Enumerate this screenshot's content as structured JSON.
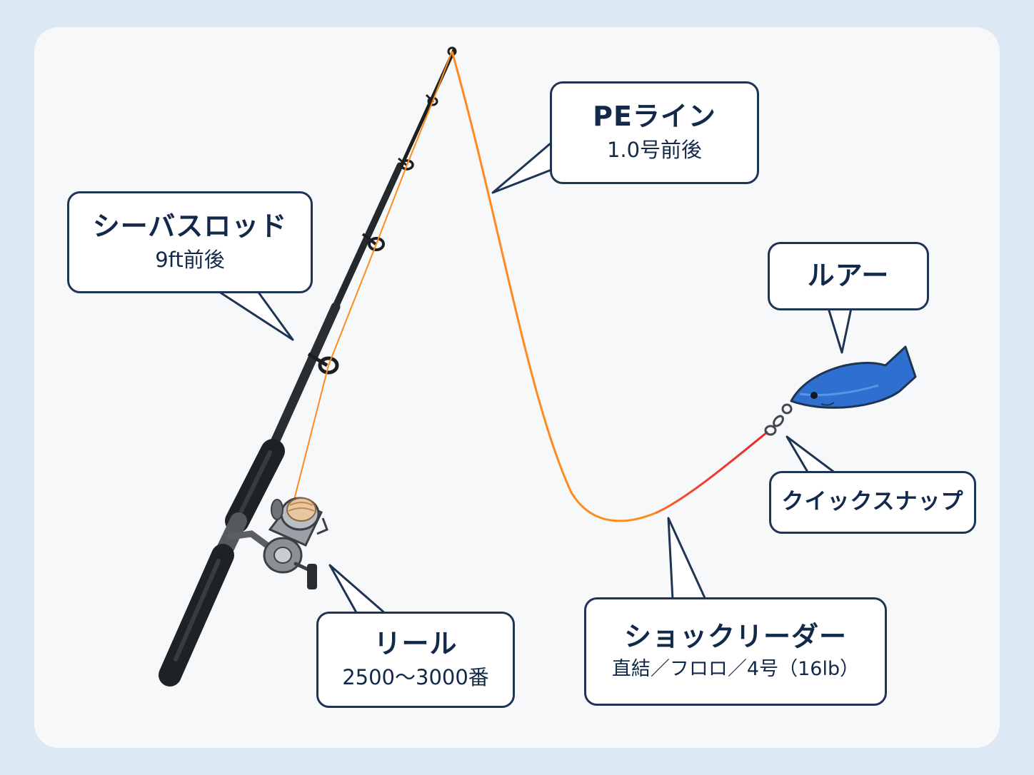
{
  "colors": {
    "page_background": "#dde8f5",
    "card_background": "#f7f8fa",
    "callout_border": "#1d3553",
    "text": "#13294a",
    "pe_line": "#ff8a1e",
    "leader_line": "#e8262e",
    "rod": "#2f3235",
    "lure_body": "#2f6fd0"
  },
  "labels": {
    "rod": {
      "title": "シーバスロッド",
      "sub": "9ft前後"
    },
    "pe": {
      "title": "PEライン",
      "sub": "1.0号前後"
    },
    "lure": {
      "title": "ルアー"
    },
    "snap": {
      "title": "クイックスナップ"
    },
    "reel": {
      "title": "リール",
      "sub": "2500〜3000番"
    },
    "leader": {
      "title": "ショックリーダー",
      "sub": "直結／フロロ／4号（16lb）"
    }
  },
  "icons": [
    "fishing-rod-icon",
    "spinning-reel-icon",
    "line-guide-icon",
    "snap-swivel-icon",
    "fish-lure-icon"
  ]
}
